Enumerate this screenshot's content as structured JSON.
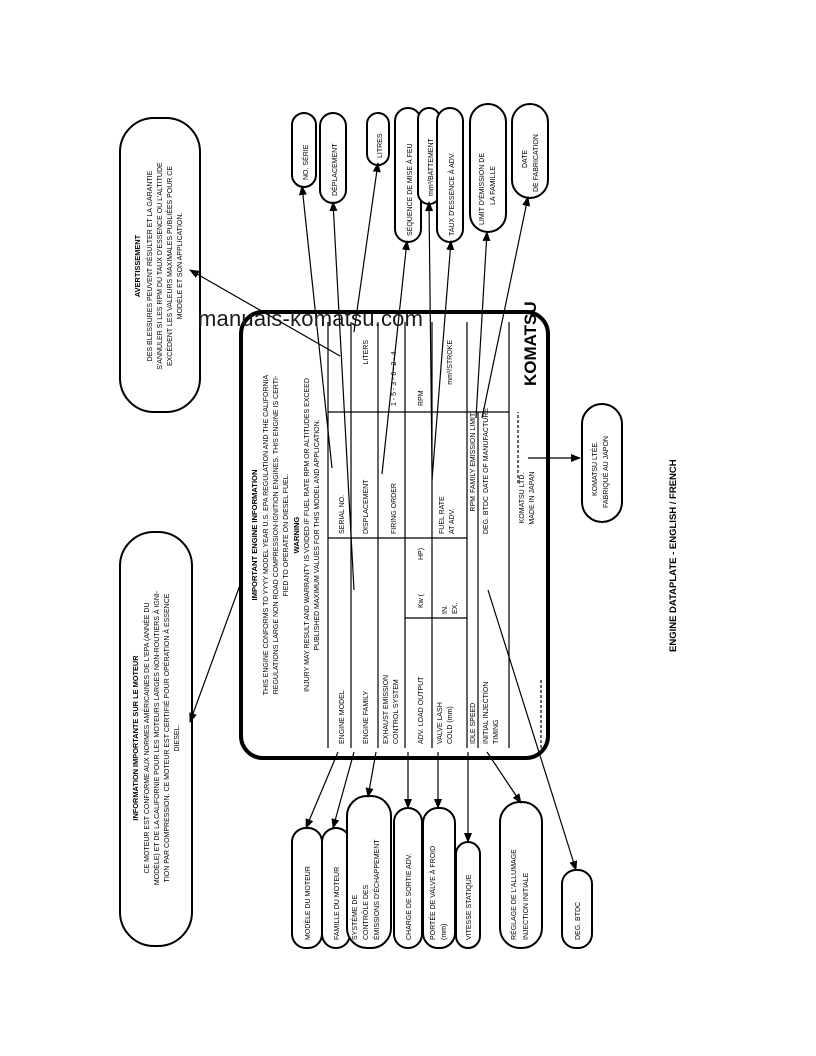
{
  "watermark": "manuals-komatsu.com",
  "footer_title": "ENGINE DATAPLATE - ENGLISH / FRENCH",
  "plate": {
    "info_title": "IMPORTANT ENGINE INFORMATION",
    "info_line1": "THIS ENGINE CONFORMS TO YYYY MODEL YEAR U.S. EPA REGULATION AND THE CALIFORNIA",
    "info_line2": "REGULATIONS LARGE NON ROAD COMPRESSION-IGNITION ENGINES. THIS ENGINE IS CERTI-",
    "info_line3": "FIED TO OPERATE ON DIESEL FUEL.",
    "warning_title": "WARNING",
    "warning_line1": "INJURY MAY RESULT AND WARRANTY IS VOIDED IF FUEL RATE RPM OR ALTITUDES EXCEED",
    "warning_line2": "PUBLISHED MAXIMUM VALUES FOR THIS MODEL AND APPLICATION.",
    "engine_model": "ENGINE MODEL",
    "serial_no": "SERIAL NO.",
    "engine_family": "ENGINE FAMILY",
    "displacement": "DISPLACEMENT",
    "liters": "LITERS",
    "exhaust_1": "EXHAUST EMISSION",
    "exhaust_2": "CONTROL SYSTEM",
    "firing_order": "FIRING ORDER",
    "firing_value": "1 - 5 - 3 - 6 - 2 - 4",
    "adv_load": "ADV. LOAD OUTPUT",
    "kw": "Kw (",
    "hp": "HP)",
    "rpm": "RPM",
    "valve_1": "VALVE LASH",
    "valve_2": "COLD (mm)",
    "in": "IN.",
    "ex": "EX.",
    "fuel_rate_1": "FUEL RATE",
    "fuel_rate_2": "AT ADV.",
    "stroke": "mm³/STROKE",
    "idle_speed": "IDLE SPEED",
    "rpm2": "RPM",
    "family_limit": "FAMILY EMISSION LIMIT",
    "init_inj_1": "INITIAL INJECTION",
    "init_inj_2": "TIMING",
    "deg_btdc": "DEG. BTDC",
    "date_mfg": "DATE OF MANUFACTURE",
    "komatsu_ltd": "KOMATSU LTD.",
    "made_in_japan": "MADE IN JAPAN",
    "logo": "KOMATSU"
  },
  "labels": {
    "avert_title": "AVERTISSEMENT",
    "avert_1": "DES BLESSURES PEUVENT RÉSULTER ET LA GARANTIE",
    "avert_2": "S'ANNULER SI LES RPM DU TAUX D'ESSENCE OU L'ALTITUDE",
    "avert_3": "EXCÈDENT LES VALEURS MAXIMALES PUBLIÉES POUR CE",
    "avert_4": "MODÈLE ET SON APPLICATION.",
    "info_fr_title": "INFORMATION IMPORTANTE SUR LE MOTEUR",
    "info_fr_1": "CE MOTEUR EST CONFORME AUX NORMES AMÉRICAINES DE L'EPA (ANNÉE DU",
    "info_fr_2": "MODÈLE) ET DE LA CALIFORNIE POUR LES MOTEURS LARGES NON-ROUTIERS À IGNI-",
    "info_fr_3": "TION PAR COMPRESSION. CE MOTEUR EST CERTIFIÉ POUR OPÉRATION À ESSENCE",
    "info_fr_4": "DIESEL.",
    "no_serie": "NO. SÉRIE",
    "deplacement": "DÉPLACEMENT",
    "litres": "LITRES",
    "sequence": "SÉQUENCE DE MISE À FEU",
    "battement": "mm³/BATTEMENT",
    "taux_essence": "TAUX D'ESSENCE À ADV.",
    "limit_1": "LIMIT D'ÉMISSION DE",
    "limit_2": "LA FAMILLE",
    "date_1": "DATE",
    "date_2": "DE FABRICATION",
    "komatsu_ltee": "KOMATSU LTÉE.",
    "fabrique": "FABRIQUÉ AU JAPON",
    "modele": "MODÈLE DU MOTEUR",
    "famille": "FAMILLE DU MOTEUR",
    "systeme_1": "SYSTÈME DE",
    "systeme_2": "CONTRÔLE DES",
    "systeme_3": "ÉMISSIONS D'ÉCHAPPEMENT",
    "charge": "CHARGE DE SORTIE ADV.",
    "portee_1": "PORTÉE DE VALVE À FROID",
    "portee_2": "(mm)",
    "vitesse": "VITESSE STATIQUE",
    "reglage_1": "RÉGLAGE DE L'ALLUMAGE",
    "reglage_2": "INJECTION INITIALE",
    "deg_btdc_fr": "DEG. BTDC"
  }
}
